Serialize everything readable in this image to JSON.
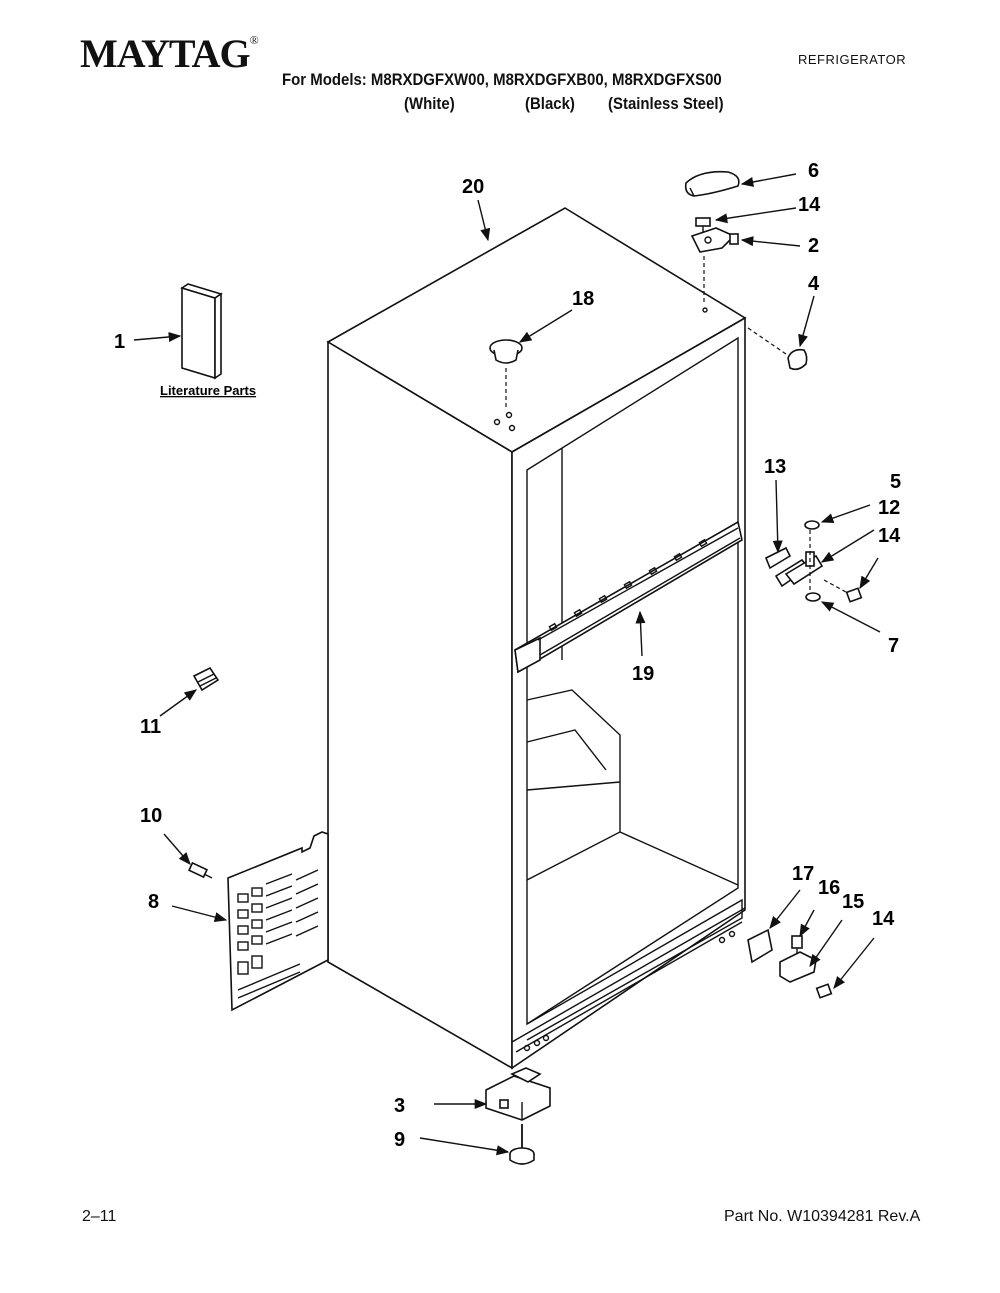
{
  "header": {
    "brand": "MAYTAG",
    "brand_mark": "®",
    "doc_type": "REFRIGERATOR",
    "models_line": "For Models: M8RXDGFXW00, M8RXDGFXB00, M8RXDGFXS00",
    "finishes": [
      "(White)",
      "(Black)",
      "(Stainless Steel)"
    ]
  },
  "diagram": {
    "literature_label": "Literature Parts",
    "callouts": {
      "c1": "1",
      "c2": "2",
      "c3": "3",
      "c4": "4",
      "c5": "5",
      "c6": "6",
      "c7": "7",
      "c8": "8",
      "c9": "9",
      "c10": "10",
      "c11": "11",
      "c12": "12",
      "c13": "13",
      "c14a": "14",
      "c14b": "14",
      "c14c": "14",
      "c15": "15",
      "c16": "16",
      "c17": "17",
      "c18": "18",
      "c19": "19",
      "c20": "20"
    }
  },
  "footer": {
    "page": "2–11",
    "part_no": "Part No. W10394281 Rev.A"
  }
}
